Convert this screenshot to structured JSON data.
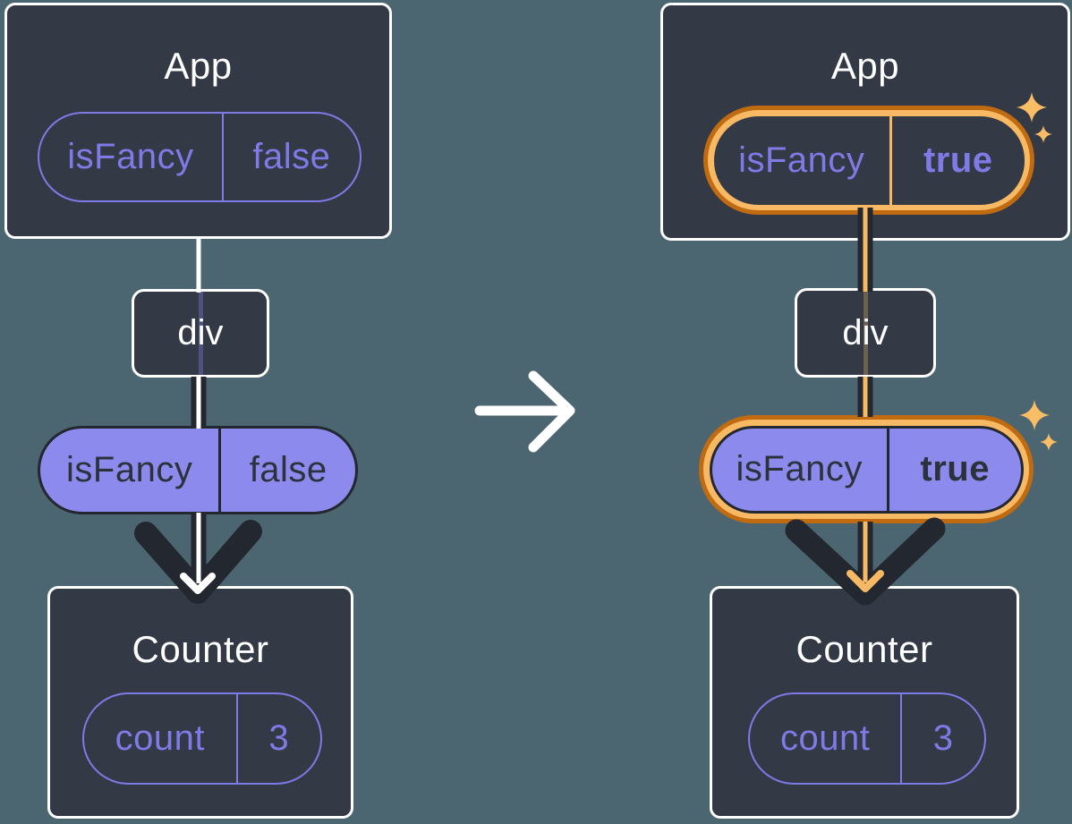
{
  "before": {
    "app": {
      "title": "App",
      "state": {
        "key": "isFancy",
        "value": "false"
      }
    },
    "div": {
      "label": "div"
    },
    "prop": {
      "key": "isFancy",
      "value": "false"
    },
    "counter": {
      "title": "Counter",
      "state": {
        "key": "count",
        "value": "3"
      }
    }
  },
  "after": {
    "app": {
      "title": "App",
      "state": {
        "key": "isFancy",
        "value": "true"
      }
    },
    "div": {
      "label": "div"
    },
    "prop": {
      "key": "isFancy",
      "value": "true"
    },
    "counter": {
      "title": "Counter",
      "state": {
        "key": "count",
        "value": "3"
      }
    }
  },
  "icons": {
    "transition": "right-arrow-icon",
    "highlight": "sparkle-icon",
    "flow": "down-arrow-icon"
  },
  "colors": {
    "background": "#4B6670",
    "component_fill": "#333945",
    "component_border": "#FFFFFF",
    "dark_accent": "#23272F",
    "purple_outline": "#7E7AE6",
    "purple_fill": "#8D8AEE",
    "highlight_ring_dark": "#C06A12",
    "highlight_ring_light": "#F8B964",
    "sparkle": "#F9BD66"
  }
}
